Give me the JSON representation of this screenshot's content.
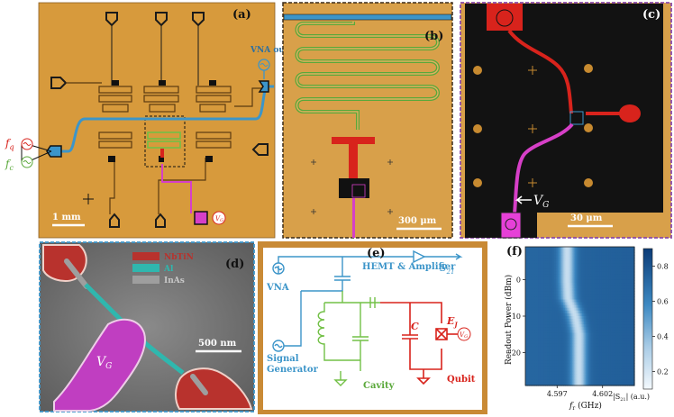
{
  "panels": {
    "a": {
      "label": "(a)",
      "vna_out": "VNA out",
      "fq": "f",
      "fq_sub": "q",
      "fc": "f",
      "fc_sub": "c",
      "scale": "1 mm",
      "vg_marker": "V",
      "vg_sub": "G"
    },
    "b": {
      "label": "(b)",
      "scale": "300 μm"
    },
    "c": {
      "label": "(c)",
      "scale": "30 μm",
      "vg": "V",
      "vg_sub": "G"
    },
    "d": {
      "label": "(d)",
      "legend": [
        "NbTiN",
        "Al",
        "InAs"
      ],
      "scale": "500 nm",
      "vg": "V",
      "vg_sub": "G"
    },
    "e": {
      "label": "(e)",
      "vna": "VNA",
      "s21": "S",
      "s21_sub": "21",
      "hemt": "HEMT & Amplifier",
      "signal": "Signal",
      "generator": "Generator",
      "cavity": "Cavity",
      "c": "C",
      "ej": "E",
      "ej_sub": "J",
      "qubit": "Qubit",
      "vg": "V",
      "vg_sub": "G"
    },
    "f": {
      "label": "(f)"
    }
  },
  "colors": {
    "chip": "#d79a3c",
    "feedline": "#3c95c9",
    "green": "#72c046",
    "red": "#d8231c",
    "magenta": "#d63fc7",
    "dark": "#121212"
  },
  "chart_data": {
    "type": "heatmap",
    "title": "",
    "xlabel": "f",
    "xlabel_sub": "r",
    "xlabel_unit": " (GHz)",
    "ylabel": "Readout Power (dBm)",
    "x_ticks": [
      4.597,
      4.602
    ],
    "x_tick_labels": [
      "4.597",
      "4.602"
    ],
    "xlim": [
      4.5935,
      4.6055
    ],
    "y_ticks": [
      0,
      -10,
      -20
    ],
    "y_tick_labels": [
      "0",
      "−10",
      "−20"
    ],
    "ylim": [
      -29,
      9
    ],
    "colorbar_ticks": [
      0.8,
      0.6,
      0.4,
      0.2
    ],
    "colorbar_tick_labels": [
      "0.8",
      "0.6",
      "0.4",
      "0.2"
    ],
    "colorbar_label": "|S",
    "colorbar_label_sub": "21",
    "colorbar_label_tail": "| (a.u.)",
    "colorbar_range": [
      0.1,
      0.9
    ],
    "resonance_dip": [
      {
        "power": 9,
        "freq": 4.5981
      },
      {
        "power": 0,
        "freq": 4.5981
      },
      {
        "power": -5,
        "freq": 4.5982
      },
      {
        "power": -10,
        "freq": 4.599
      },
      {
        "power": -15,
        "freq": 4.5994
      },
      {
        "power": -20,
        "freq": 4.5994
      },
      {
        "power": -29,
        "freq": 4.5994
      }
    ]
  }
}
